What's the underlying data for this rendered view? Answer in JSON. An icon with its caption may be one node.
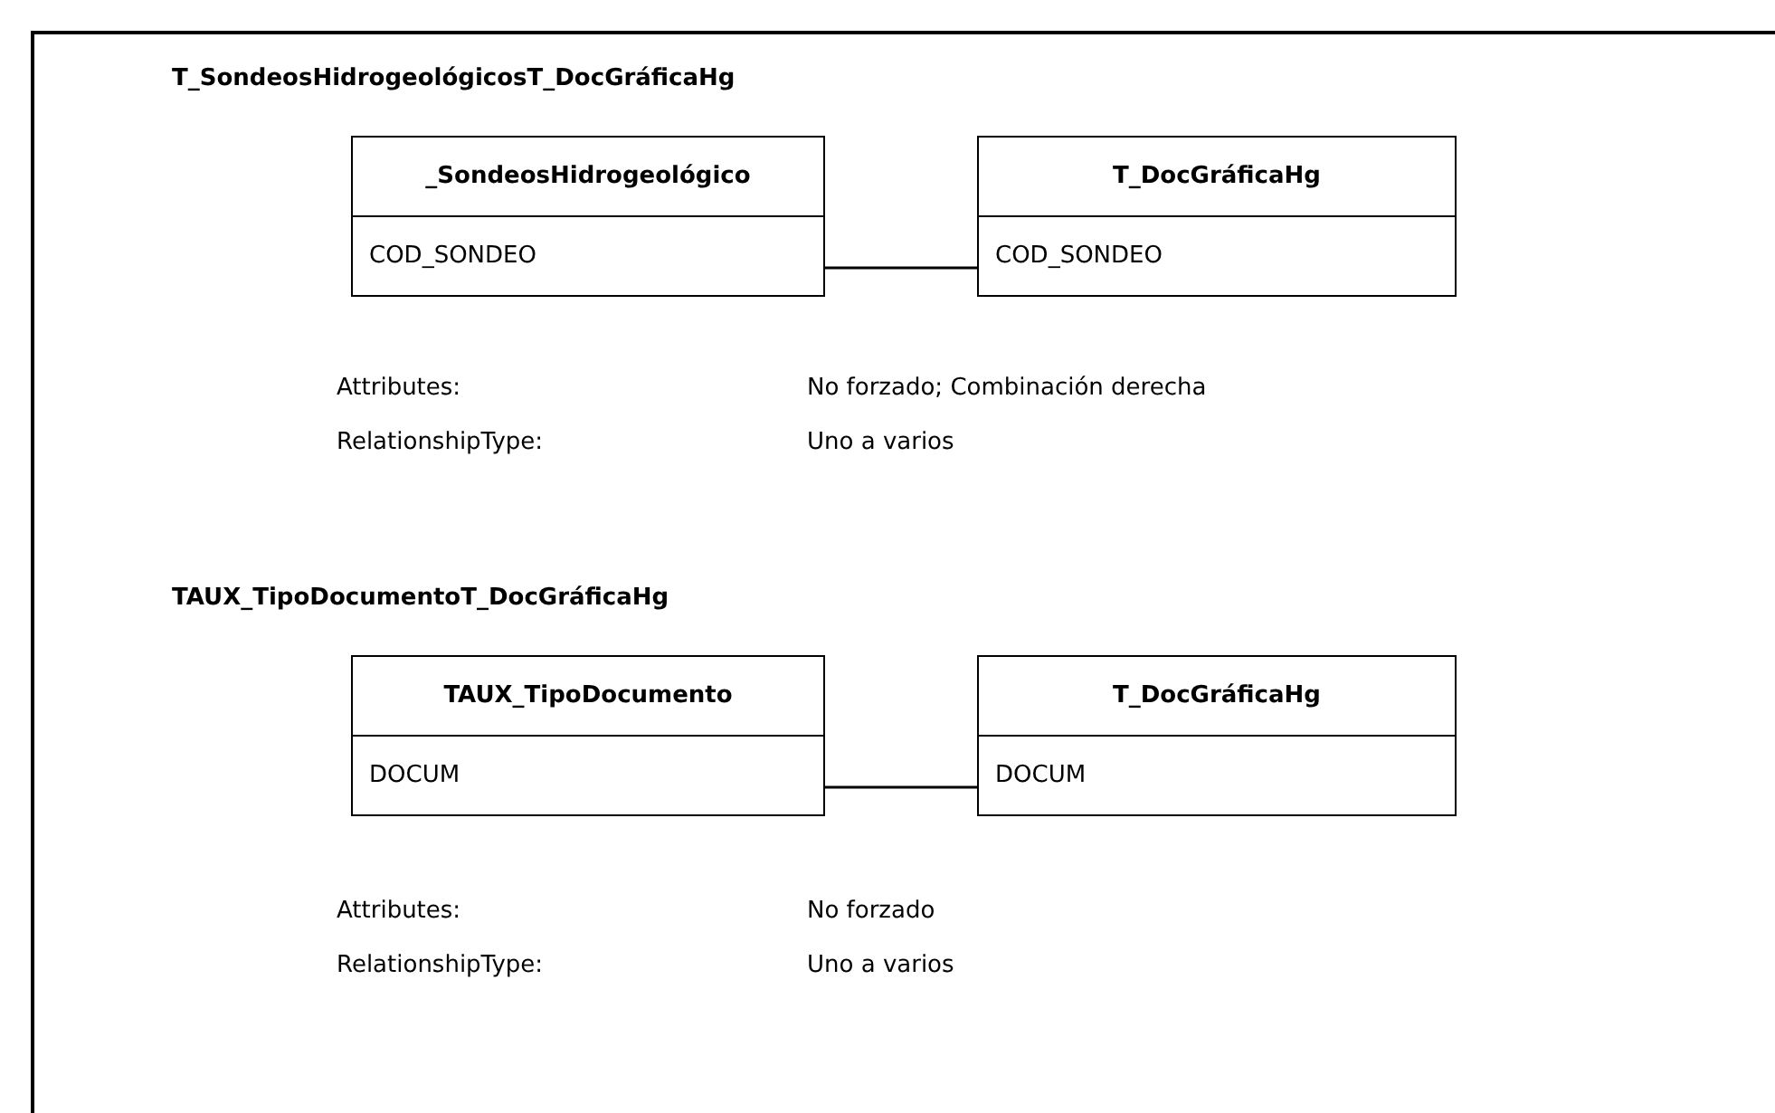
{
  "diagram": {
    "nodes": [
      {
        "text": [
          "_SondeosHidrogeológico",
          "COD_SONDEO"
        ]
      },
      {
        "text": [
          "T_DocGráficaHg",
          "COD_SONDEO"
        ]
      },
      {
        "text": [
          "TAUX_TipoDocumento",
          "DOCUM"
        ]
      },
      {
        "text": [
          "T_DocGráficaHg",
          "DOCUM"
        ]
      }
    ],
    "edges": [
      {
        "from": 0,
        "to": 1,
        "arrow": "none"
      },
      {
        "from": 2,
        "to": 3,
        "arrow": "none"
      }
    ],
    "labels": [
      "T_SondeosHidrogeológicosT_DocGráficaHg",
      "Attributes:",
      "No forzado; Combinación derecha",
      "RelationshipType:",
      "Uno a varios",
      "TAUX_TipoDocumentoT_DocGráficaHg",
      "Attributes:",
      "No forzado",
      "RelationshipType:",
      "Uno a varios"
    ]
  }
}
